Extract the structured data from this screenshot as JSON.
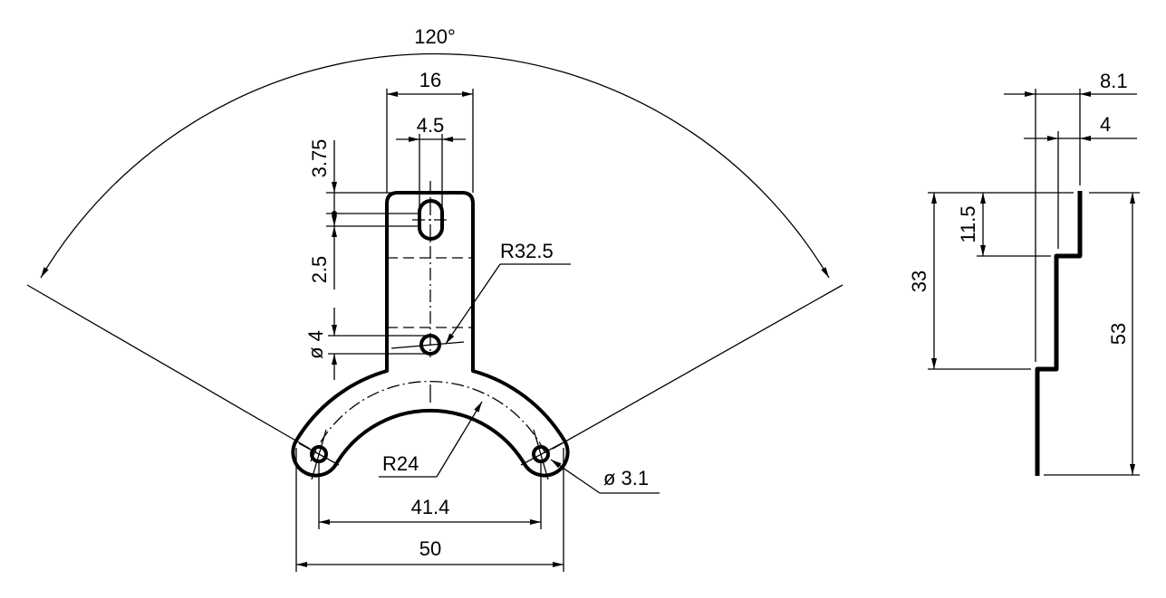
{
  "drawing": {
    "front_view": {
      "angle": "120°",
      "stem_width": "16",
      "slot_width": "4.5",
      "slot_offset": "3.75",
      "slot_length": "2.5",
      "hole_diameter": "ø 4",
      "outer_radius": "R32.5",
      "center_radius": "R24",
      "small_hole_diameter": "ø 3.1",
      "hole_spacing": "41.4",
      "overall_width": "50"
    },
    "side_view": {
      "overall_offset": "8.1",
      "thickness_offset": "4",
      "upper_step": "11.5",
      "middle_height": "33",
      "overall_height": "53"
    }
  }
}
